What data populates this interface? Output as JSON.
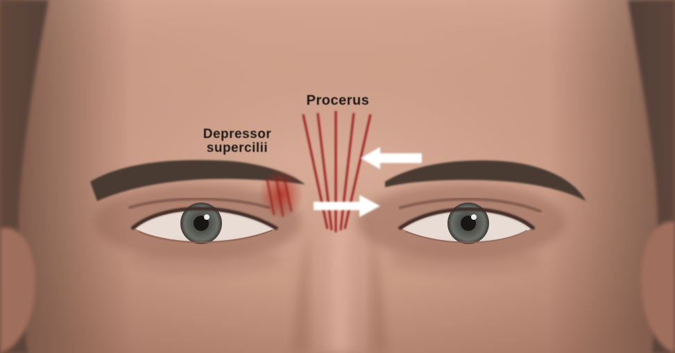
{
  "image": {
    "subject": "Close-up of a man's face showing forehead, eyebrows and eyes",
    "skin_color": "#c99a84",
    "hair_color": "#3a3430",
    "muscle_line_color": "#9b1f1a",
    "arrow_color": "#ffffff"
  },
  "annotations": {
    "procerus_label": "Procerus",
    "depressor_label_line1": "Depressor",
    "depressor_label_line2": "supercilii"
  },
  "arrows": [
    {
      "name": "upper-arrow",
      "direction": "left"
    },
    {
      "name": "lower-arrow",
      "direction": "right"
    }
  ]
}
